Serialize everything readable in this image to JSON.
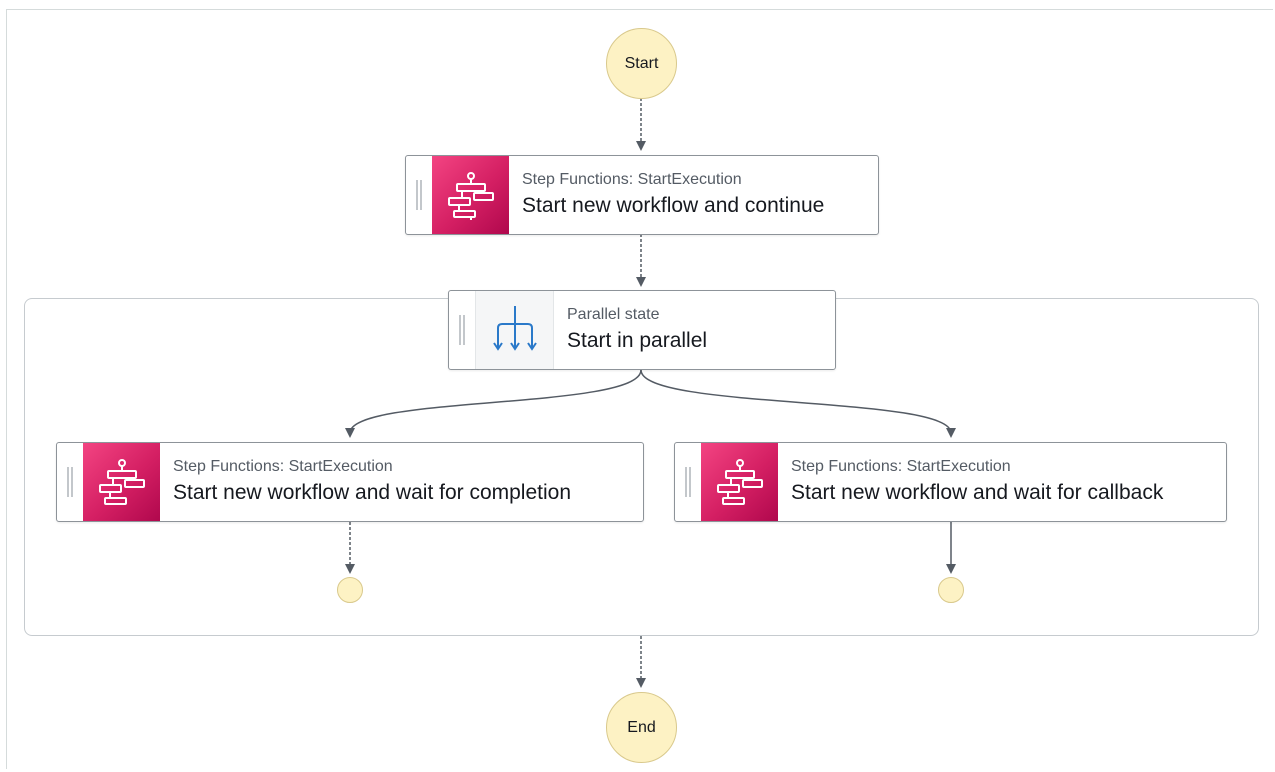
{
  "diagram": {
    "start_label": "Start",
    "end_label": "End",
    "nodes": {
      "start_workflow_continue": {
        "type_label": "Step Functions: StartExecution",
        "title": "Start new workflow and continue",
        "icon": "step-functions-icon"
      },
      "parallel": {
        "type_label": "Parallel state",
        "title": "Start in parallel",
        "icon": "parallel-branch-icon"
      },
      "wait_completion": {
        "type_label": "Step Functions: StartExecution",
        "title": "Start new workflow and wait for completion",
        "icon": "step-functions-icon"
      },
      "wait_callback": {
        "type_label": "Step Functions: StartExecution",
        "title": "Start new workflow and wait for callback",
        "icon": "step-functions-icon"
      }
    },
    "colors": {
      "terminal_fill": "#fdf2c4",
      "step_functions_accent": "#d41f63",
      "parallel_icon": "#2a79c9",
      "edge": "#545b64"
    }
  }
}
